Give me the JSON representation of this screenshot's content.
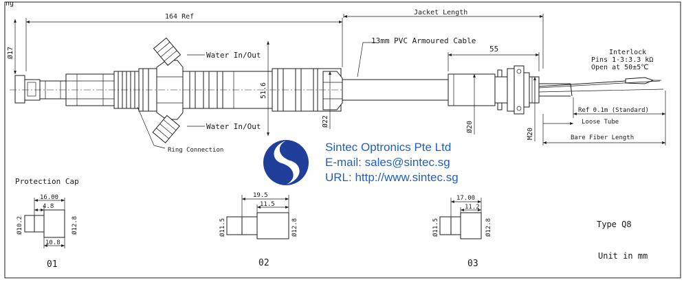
{
  "colors": {
    "line": "#1a1a1a",
    "brand_blue": "#1d5fc4",
    "logo_blue": "#1f3f9a"
  },
  "top_corner": "ng",
  "dims": {
    "ref164": "164 Ref",
    "jacket": "Jacket  Length",
    "d17": "Ø17",
    "d51": "51.6",
    "d22": "Ø22",
    "d20": "Ø20",
    "m20": "M20",
    "l55": "55",
    "ref01": "Ref 0.1m (Standard)",
    "loose": "Loose Tube",
    "bare": "Bare Fiber Length"
  },
  "labels": {
    "water_top": "Water In/Out",
    "water_bottom": "Water In/Out",
    "ring": "Ring Connection",
    "cable": "13mm PVC Armoured Cable",
    "interlock": "Interlock",
    "pins": "Pins 1-3:3.3 kΩ",
    "open": "Open at 50±5℃",
    "protection_cap": "Protection Cap",
    "type": "Type Q8",
    "unit": "Unit in mm"
  },
  "company": {
    "name": "Sintec Optronics Pte Ltd",
    "email": "E-mail: sales@sintec.sg",
    "url": "URL: http://www.sintec.sg"
  },
  "caps": {
    "c01": {
      "number": "01",
      "w_top": "16.00",
      "w_mid": "4.8",
      "d_left": "Ø10.2",
      "d_right": "Ø12.8",
      "w_bottom": "10.8"
    },
    "c02": {
      "number": "02",
      "w_top": "19.5",
      "w_mid": "11.5",
      "d_left": "Ø11.5",
      "d_right": "Ø12.8"
    },
    "c03": {
      "number": "03",
      "w_top": "17.00",
      "w_mid": "11.2",
      "d_left": "Ø11.5",
      "d_right": "Ø12.8"
    }
  }
}
